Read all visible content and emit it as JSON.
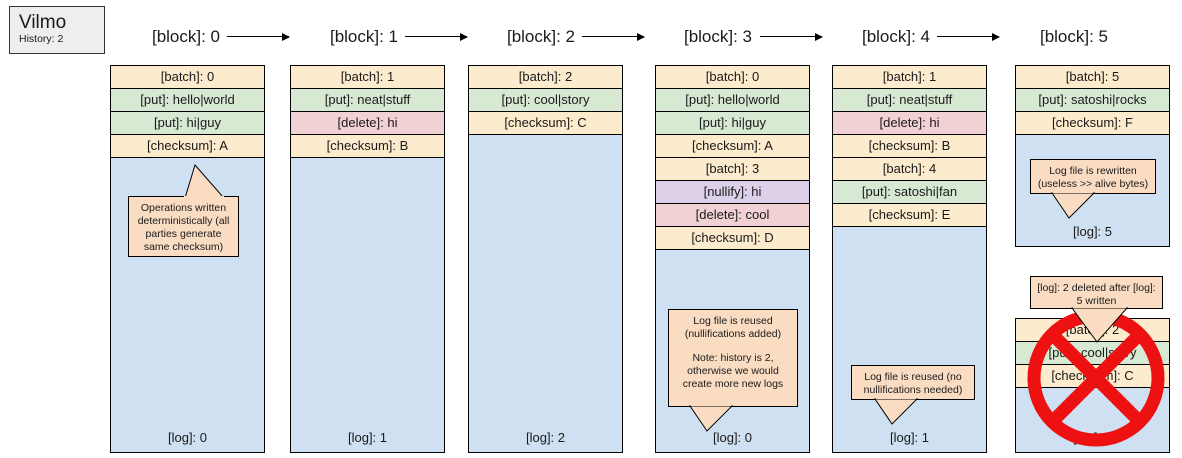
{
  "app": {
    "title": "Vilmo",
    "subtitle": "History: 2"
  },
  "chain": {
    "nodes": [
      {
        "label": "[block]: 0"
      },
      {
        "label": "[block]: 1"
      },
      {
        "label": "[block]: 2"
      },
      {
        "label": "[block]: 3"
      },
      {
        "label": "[block]: 4"
      },
      {
        "label": "[block]: 5"
      }
    ]
  },
  "blocks": [
    {
      "id": "block-0",
      "rows": [
        {
          "kind": "batch",
          "label": "[batch]: 0"
        },
        {
          "kind": "put",
          "label": "[put]: hello|world"
        },
        {
          "kind": "put",
          "label": "[put]: hi|guy"
        },
        {
          "kind": "checksum",
          "label": "[checksum]: A"
        }
      ],
      "log_label": "[log]: 0"
    },
    {
      "id": "block-1",
      "rows": [
        {
          "kind": "batch",
          "label": "[batch]: 1"
        },
        {
          "kind": "put",
          "label": "[put]: neat|stuff"
        },
        {
          "kind": "delete",
          "label": "[delete]: hi"
        },
        {
          "kind": "checksum",
          "label": "[checksum]: B"
        }
      ],
      "log_label": "[log]: 1"
    },
    {
      "id": "block-2",
      "rows": [
        {
          "kind": "batch",
          "label": "[batch]: 2"
        },
        {
          "kind": "put",
          "label": "[put]: cool|story"
        },
        {
          "kind": "checksum",
          "label": "[checksum]: C"
        }
      ],
      "log_label": "[log]: 2"
    },
    {
      "id": "block-3",
      "rows": [
        {
          "kind": "batch",
          "label": "[batch]: 0"
        },
        {
          "kind": "put",
          "label": "[put]: hello|world"
        },
        {
          "kind": "put",
          "label": "[put]: hi|guy"
        },
        {
          "kind": "checksum",
          "label": "[checksum]: A"
        },
        {
          "kind": "batch",
          "label": "[batch]: 3"
        },
        {
          "kind": "nullify",
          "label": "[nullify]: hi"
        },
        {
          "kind": "delete",
          "label": "[delete]: cool"
        },
        {
          "kind": "checksum",
          "label": "[checksum]: D"
        }
      ],
      "log_label": "[log]: 0"
    },
    {
      "id": "block-4",
      "rows": [
        {
          "kind": "batch",
          "label": "[batch]: 1"
        },
        {
          "kind": "put",
          "label": "[put]: neat|stuff"
        },
        {
          "kind": "delete",
          "label": "[delete]: hi"
        },
        {
          "kind": "checksum",
          "label": "[checksum]: B"
        },
        {
          "kind": "batch",
          "label": "[batch]: 4"
        },
        {
          "kind": "put",
          "label": "[put]: satoshi|fan"
        },
        {
          "kind": "checksum",
          "label": "[checksum]: E"
        }
      ],
      "log_label": "[log]: 1"
    },
    {
      "id": "block-5",
      "rows": [
        {
          "kind": "batch",
          "label": "[batch]: 5"
        },
        {
          "kind": "put",
          "label": "[put]: satoshi|rocks"
        },
        {
          "kind": "checksum",
          "label": "[checksum]: F"
        }
      ],
      "log_label": "[log]: 5"
    },
    {
      "id": "block-deleted",
      "rows": [
        {
          "kind": "batch",
          "label": "[batch]: 2"
        },
        {
          "kind": "put",
          "label": "[put]: cool|story"
        },
        {
          "kind": "checksum",
          "label": "[checksum]: C"
        }
      ],
      "log_label": "[log]: 2"
    }
  ],
  "callouts": {
    "c0": {
      "line1": "Operations written deterministically (all parties generate same checksum)"
    },
    "c3": {
      "line1": "Log file is reused (nullifications added)",
      "line2": "Note: history is 2, otherwise we would create more new logs"
    },
    "c4": {
      "line1": "Log file is reused (no nullifications needed)"
    },
    "c5": {
      "line1": "Log file is rewritten (useless >> alive bytes)"
    },
    "cdel": {
      "line1": "[log]: 2 deleted after [log]: 5 written"
    }
  },
  "colors": {
    "batch": "#fdebcd",
    "put": "#d7e8d3",
    "delete": "#f2d1d5",
    "nullify": "#ddd1ea",
    "log": "#cfe0f2",
    "callout": "#fadcc3",
    "cross": "#ee1111",
    "titlebox": "#eeeeee"
  }
}
